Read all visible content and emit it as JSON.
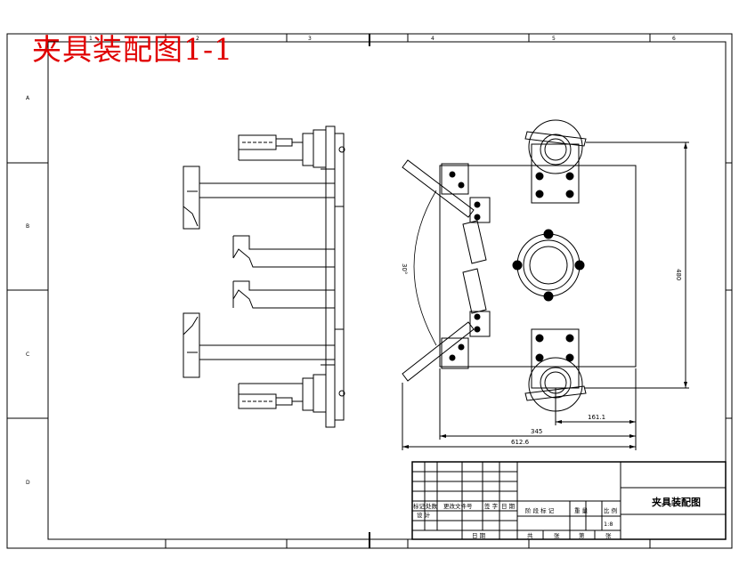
{
  "drawing": {
    "overlay_title": "夹具装配图1-1",
    "title_block": {
      "drawing_name": "夹具装配图",
      "row_headers": [
        "标记",
        "处数",
        "更改文件号",
        "签 字",
        "日 期"
      ],
      "designer_label": "设 计",
      "date_label": "日 期",
      "stage_labels": [
        "阶 段 标 记",
        "重 量",
        "比 例"
      ],
      "scale": "1:8",
      "sheet_labels": [
        "共",
        "张",
        "第",
        "张"
      ]
    },
    "dimensions": {
      "overall_width": "612.6",
      "base_width": "345",
      "right_offset": "161.1",
      "vertical_span": "480",
      "angle": "30°"
    },
    "border_zones": {
      "columns": [
        "1",
        "2",
        "3",
        "4",
        "5",
        "6"
      ],
      "rows": [
        "A",
        "B",
        "C",
        "D"
      ]
    }
  }
}
